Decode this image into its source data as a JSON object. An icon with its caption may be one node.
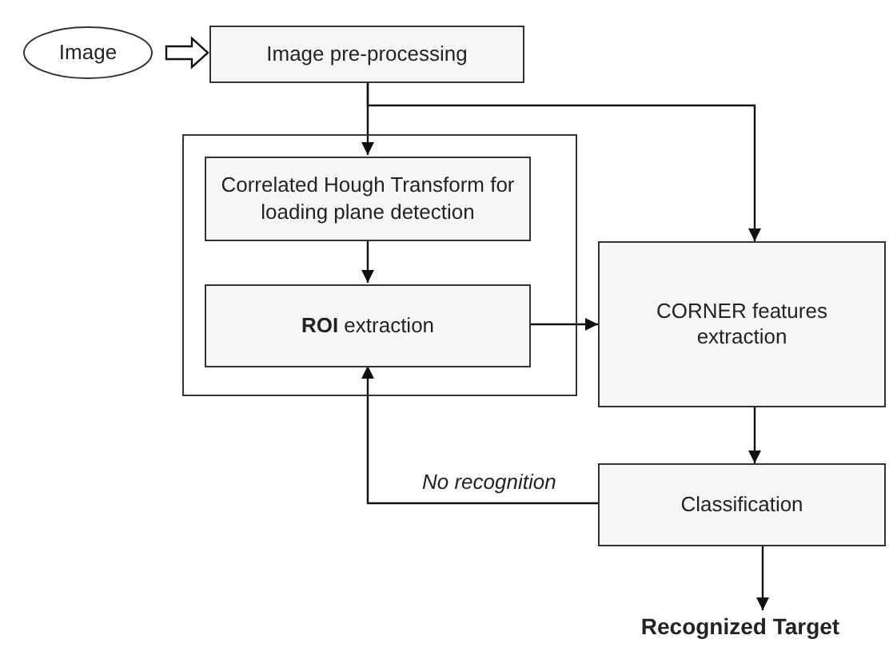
{
  "diagram": {
    "nodes": [
      {
        "text": [
          "Image"
        ]
      },
      {
        "text": [
          "Image pre-processing"
        ]
      },
      {
        "text": [],
        "shape": "box"
      },
      {
        "text": [
          "Correlated Hough Transform for loading plane detection"
        ],
        "in": 2
      },
      {
        "text": [
          "**ROI** extraction"
        ],
        "in": 2
      },
      {
        "text": [
          "CORNER features extraction"
        ]
      },
      {
        "text": [
          "Classification"
        ]
      },
      {
        "text": [
          "Recognized Target"
        ]
      }
    ],
    "edges": [
      {
        "from": 0,
        "to": 1,
        "arrow": "to",
        "style": "thick"
      },
      {
        "from": 1,
        "to": 3,
        "arrow": "to"
      },
      {
        "from": 1,
        "to": 5,
        "arrow": "to"
      },
      {
        "from": 3,
        "to": 4,
        "arrow": "to"
      },
      {
        "from": 4,
        "to": 5,
        "arrow": "to"
      },
      {
        "from": 5,
        "to": 6,
        "arrow": "to"
      },
      {
        "from": 6,
        "to": 4,
        "arrow": "to",
        "label": "No recognition"
      },
      {
        "from": 6,
        "to": 7,
        "arrow": "to"
      }
    ]
  }
}
